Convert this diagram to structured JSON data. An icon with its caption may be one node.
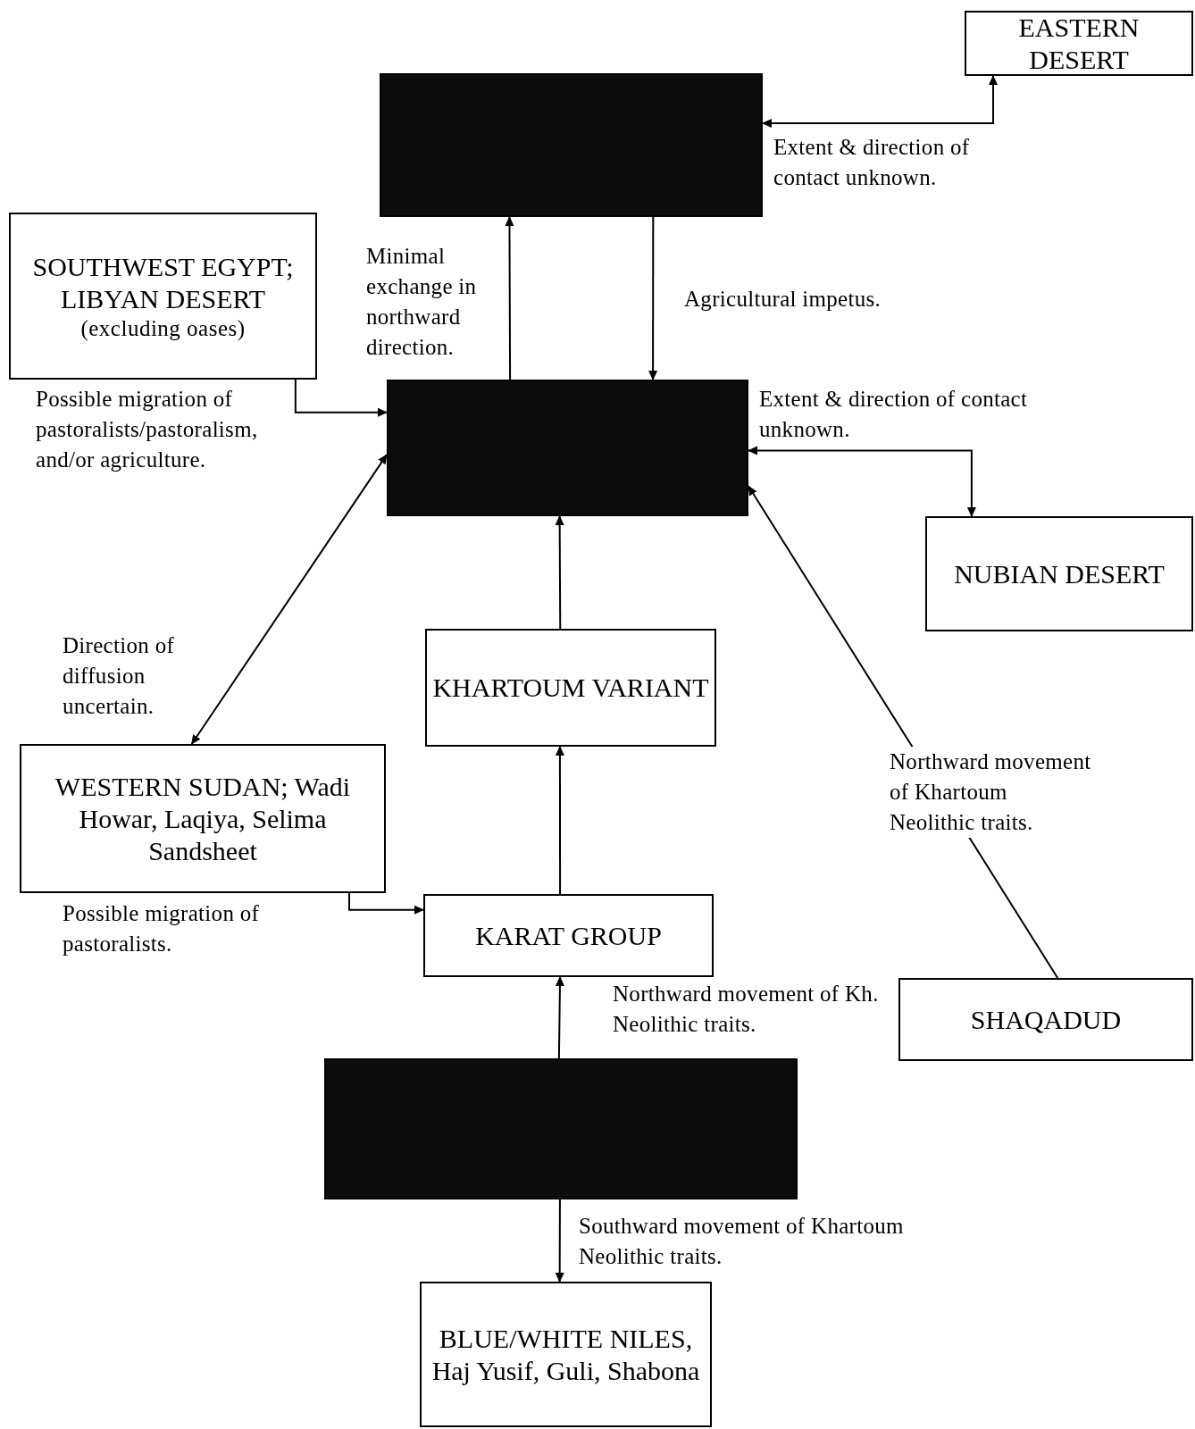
{
  "diagram": {
    "nodes": [
      {
        "text": [
          "EASTERN DESERT"
        ]
      },
      {
        "text": [],
        "shape": "box"
      },
      {
        "text": [
          "SOUTHWEST EGYPT; LIBYAN DESERT",
          "(excluding oases)"
        ]
      },
      {
        "text": [],
        "shape": "box"
      },
      {
        "text": [
          "NUBIAN DESERT"
        ]
      },
      {
        "text": [
          "KHARTOUM VARIANT"
        ]
      },
      {
        "text": [
          "WESTERN SUDAN; Wadi Howar, Laqiya, Selima Sandsheet"
        ]
      },
      {
        "text": [
          "KARAT GROUP"
        ]
      },
      {
        "text": [
          "SHAQADUD"
        ]
      },
      {
        "text": [],
        "shape": "box"
      },
      {
        "text": [
          "BLUE/WHITE NILES, Haj Yusif, Guli, Shabona"
        ]
      }
    ],
    "edges": [
      {
        "from": 1,
        "to": 0,
        "arrow": "both",
        "label": "Extent & direction of contact unknown."
      },
      {
        "from": 3,
        "to": 1,
        "arrow": "to",
        "label": "Minimal exchange in northward direction."
      },
      {
        "from": 1,
        "to": 3,
        "arrow": "to",
        "label": "Agricultural impetus."
      },
      {
        "from": 2,
        "to": 3,
        "arrow": "to",
        "label": "Possible migration of pastoralists/pastoralism, and/or agriculture."
      },
      {
        "from": 3,
        "to": 4,
        "arrow": "both",
        "label": "Extent & direction of contact unknown."
      },
      {
        "from": 6,
        "to": 3,
        "arrow": "both",
        "label": "Direction of diffusion uncertain."
      },
      {
        "from": 5,
        "to": 3,
        "arrow": "to"
      },
      {
        "from": 7,
        "to": 5,
        "arrow": "to"
      },
      {
        "from": 6,
        "to": 7,
        "arrow": "to",
        "label": "Possible migration of pastoralists."
      },
      {
        "from": 9,
        "to": 7,
        "arrow": "to",
        "label": "Northward movement of Kh. Neolithic traits."
      },
      {
        "from": 9,
        "to": 10,
        "arrow": "to",
        "label": "Southward movement of Khartoum Neolithic traits."
      },
      {
        "from": 8,
        "to": 3,
        "arrow": "to",
        "label": "Northward movement of Khartoum Neolithic traits."
      }
    ]
  }
}
